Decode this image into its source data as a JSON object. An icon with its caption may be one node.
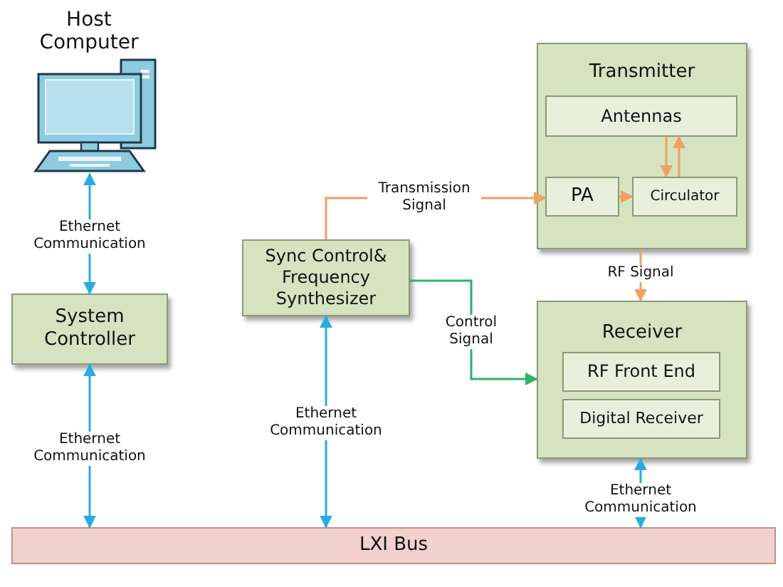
{
  "diagram": {
    "nodes": [
      {
        "text": [
          "Host Computer"
        ]
      },
      {
        "text": [
          "System Controller"
        ]
      },
      {
        "text": [
          "Sync Control& Frequency Synthesizer"
        ]
      },
      {
        "text": [
          "Transmitter"
        ]
      },
      {
        "text": [
          "Antennas"
        ],
        "in": 3
      },
      {
        "text": [
          "PA"
        ],
        "in": 3
      },
      {
        "text": [
          "Circulator"
        ],
        "in": 3
      },
      {
        "text": [
          "Receiver"
        ]
      },
      {
        "text": [
          "RF Front End"
        ],
        "in": 7
      },
      {
        "text": [
          "Digital Receiver"
        ],
        "in": 7
      },
      {
        "text": [
          "LXI Bus"
        ]
      }
    ],
    "edges": [
      {
        "from": 0,
        "to": 1,
        "arrow": "both",
        "label": "Ethernet Communication",
        "color": "#29abe2"
      },
      {
        "from": 1,
        "to": 10,
        "arrow": "both",
        "label": "Ethernet Communication",
        "color": "#29abe2"
      },
      {
        "from": 2,
        "to": 10,
        "arrow": "both",
        "label": "Ethernet Communication",
        "color": "#29abe2"
      },
      {
        "from": 7,
        "to": 10,
        "arrow": "both",
        "label": "Ethernet Communication",
        "color": "#29abe2"
      },
      {
        "from": 2,
        "to": 5,
        "arrow": "to",
        "label": "Transmission Signal",
        "color": "#f0a060"
      },
      {
        "from": 5,
        "to": 6,
        "arrow": "to",
        "color": "#f0a060"
      },
      {
        "from": 4,
        "to": 6,
        "arrow": "to",
        "color": "#f0a060"
      },
      {
        "from": 6,
        "to": 4,
        "arrow": "to",
        "color": "#f0a060"
      },
      {
        "from": 3,
        "to": 7,
        "arrow": "to",
        "label": "RF Signal",
        "color": "#f0a060"
      },
      {
        "from": 2,
        "to": 7,
        "arrow": "to",
        "label": "Control Signal",
        "color": "#2db36a"
      }
    ]
  }
}
